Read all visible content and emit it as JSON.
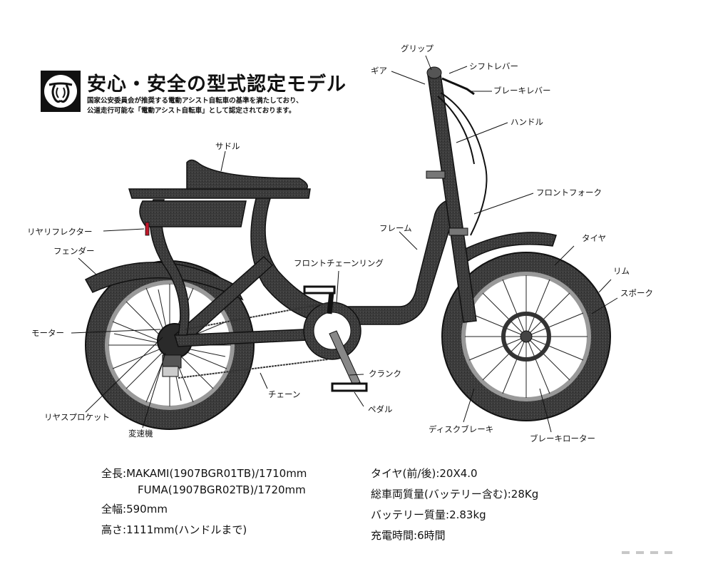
{
  "header": {
    "logo": "ts-mark-icon",
    "title": "安心・安全の型式認定モデル",
    "subtitle_line1": "国家公安委員会が推奨する電動アシスト自転車の基準を満たしており、",
    "subtitle_line2": "公道走行可能な「電動アシスト自転車」として認定されております。"
  },
  "diagram": {
    "labels": {
      "grip": "グリップ",
      "gear": "ギア",
      "shift_lever": "シフトレバー",
      "brake_lever": "ブレーキレバー",
      "handle": "ハンドル",
      "saddle": "サドル",
      "front_fork": "フロントフォーク",
      "rear_reflector": "リヤリフレクター",
      "fender": "フェンダー",
      "frame": "フレーム",
      "tire": "タイヤ",
      "rim": "リム",
      "front_chainring": "フロントチェーンリング",
      "spoke": "スポーク",
      "motor": "モーター",
      "crank": "クランク",
      "chain": "チェーン",
      "pedal": "ペダル",
      "rear_sprocket": "リヤスプロケット",
      "derailleur": "変速機",
      "disc_brake": "ディスクブレーキ",
      "brake_rotor": "ブレーキローター"
    },
    "colors": {
      "body": "#3a3a3a",
      "outline": "#111111",
      "reflector": "#c0182a",
      "rim": "#9a9a9a"
    }
  },
  "specs": {
    "length_label": "全長",
    "length_value_1": "MAKAMI(1907BGR01TB)/1710mm",
    "length_value_2": "FUMA(1907BGR02TB)/1720mm",
    "width_label": "全幅",
    "width_value": "590mm",
    "height_label": "高さ",
    "height_value": "1111mm(ハンドルまで)",
    "tire_label": "タイヤ(前/後)",
    "tire_value": "20X4.0",
    "weight_label": "総車両質量(バッテリー含む)",
    "weight_value": "28Kg",
    "battery_label": "バッテリー質量",
    "battery_value": "2.83kg",
    "charge_label": "充電時間",
    "charge_value": "6時間",
    "separator": ":"
  }
}
